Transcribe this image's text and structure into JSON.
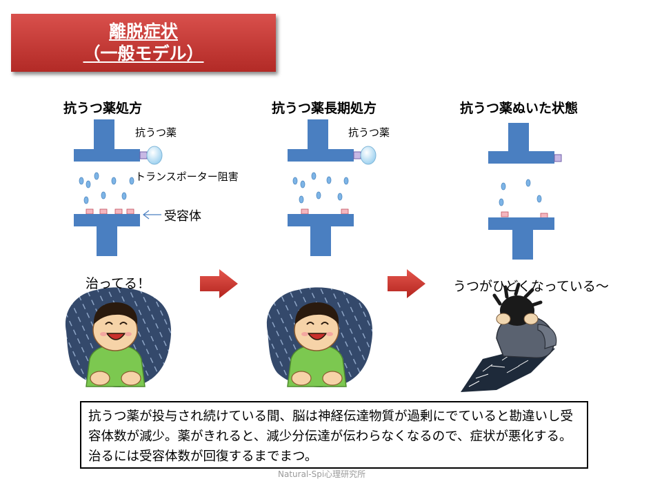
{
  "title": {
    "line1": "離脱症状",
    "line2": "（一般モデル）"
  },
  "columns": [
    {
      "heading": "抗うつ薬処方",
      "drug_label": "抗うつ薬",
      "transporter_label": "トランスポーター阻害",
      "receptor_label": "受容体",
      "speech": "治ってる！"
    },
    {
      "heading": "抗うつ薬長期処方",
      "drug_label": "抗うつ薬"
    },
    {
      "heading": "抗うつ薬ぬいた状態",
      "speech": "うつがひどくなっている～"
    }
  ],
  "description": "抗うつ薬が投与され続けている間、脳は神経伝達物質が過剰にでていると勘違いし受容体数が減少。薬がきれると、減少分伝達が伝わらなくなるので、症状が悪化する。治るには受容体数が回復するまでまつ。",
  "footer": "Natural-Spi心理研究所",
  "colors": {
    "title_red": "#c9403c",
    "neuron_blue": "#4a7fc1",
    "vesicle_blue": "#7db4e6",
    "drug_ball": "#bfe3f7",
    "receptor_pink": "#f4b6bf",
    "transporter_purple": "#c8b8e4",
    "arrow_red": "#d03a32"
  }
}
